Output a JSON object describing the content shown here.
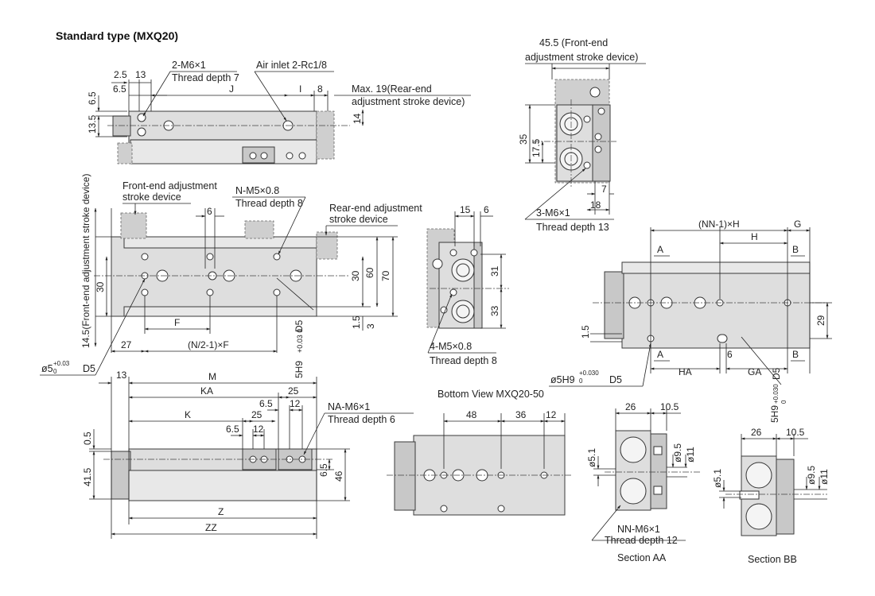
{
  "title": "Standard type (MXQ20)",
  "top_view": {
    "dims": {
      "d2_5": "2.5",
      "d13": "13",
      "d6_5": "6.5",
      "dJ": "J",
      "dI": "I",
      "d8": "8",
      "v6_5": "6.5",
      "v13_5": "13.5",
      "v14": "14"
    },
    "callouts": {
      "tap": [
        "2-M6×1",
        "Thread depth 7"
      ],
      "air": [
        "Air inlet 2-Rc1/8"
      ],
      "max19": [
        "Max. 19(Rear-end",
        "adjustment stroke device)"
      ]
    }
  },
  "front_end_view": {
    "dims": {
      "top": [
        "45.5 (Front-end",
        "adjustment stroke device)"
      ],
      "v35": "35",
      "v17_5": "17.5",
      "v7": "7",
      "v18": "18"
    },
    "callout": [
      "3-M6×1",
      "Thread depth 13"
    ]
  },
  "side_view": {
    "dims": {
      "d6": "6",
      "v30": "30",
      "r30": "30",
      "r60": "60",
      "r70": "70",
      "v1_5": "1.5",
      "v3": "3",
      "dF": "F",
      "d27": "27",
      "dN": "(N/2-1)×F",
      "D5a": "D5",
      "vertical": "14.5(Front-end adjustment stroke device)"
    },
    "callouts": {
      "front": [
        "Front-end adjustment",
        "stroke device"
      ],
      "nm5": [
        "N-M5×0.8",
        "Thread depth 8"
      ],
      "rear": [
        "Rear-end adjustment",
        "stroke device"
      ],
      "dia": "ø5",
      "dia_up": "+0.03",
      "dia_lo": "0",
      "dia_d5": "D5",
      "h9": "5H9",
      "h9_tol": "+0.03 0"
    }
  },
  "end_view_right": {
    "dims": {
      "d15": "15",
      "d6": "6",
      "v31": "31",
      "v33": "33"
    },
    "callout": [
      "4-M5×0.8",
      "Thread depth 8"
    ]
  },
  "table_view": {
    "dims": {
      "nnh": "(NN-1)×H",
      "g": "G",
      "h": "H",
      "a1": "A",
      "b1": "B",
      "v29": "29",
      "v1_5": "1.5",
      "a2": "A",
      "ha": "HA",
      "d6": "6",
      "ga": "GA",
      "d5": "D5",
      "b2": "B"
    },
    "callouts": {
      "dia": "ø5H9",
      "tol_up": "+0.030",
      "tol_lo": "0",
      "d5": "D5",
      "h9": "5H9",
      "h9_up": "+0.030",
      "h9_lo": "0"
    }
  },
  "bottom_side": {
    "dims": {
      "d13": "13",
      "M": "M",
      "KA": "KA",
      "d25a": "25",
      "d6_5a": "6.5",
      "d12a": "12",
      "K": "K",
      "d25b": "25",
      "d6_5b": "6.5",
      "d12b": "12",
      "v0_5": "0.5",
      "v41_5": "41.5",
      "v6_5": "6.5",
      "v46": "46",
      "Z": "Z",
      "ZZ": "ZZ"
    },
    "callout": [
      "NA-M6×1",
      "Thread depth 6"
    ]
  },
  "bottom_view": {
    "label": "Bottom View MXQ20-50",
    "dims": {
      "d48": "48",
      "d36": "36",
      "d12": "12"
    }
  },
  "section_aa": {
    "label": "Section AA",
    "dims": {
      "d26": "26",
      "d10_5": "10.5",
      "v5_1": "ø5.1",
      "v9_5": "ø9.5",
      "v11": "ø11"
    },
    "callout": [
      "NN-M6×1",
      "Thread depth 12"
    ]
  },
  "section_bb": {
    "label": "Section BB",
    "dims": {
      "d26": "26",
      "d10_5": "10.5",
      "v5_1": "ø5.1",
      "v9_5": "ø9.5",
      "v11": "ø11"
    }
  }
}
